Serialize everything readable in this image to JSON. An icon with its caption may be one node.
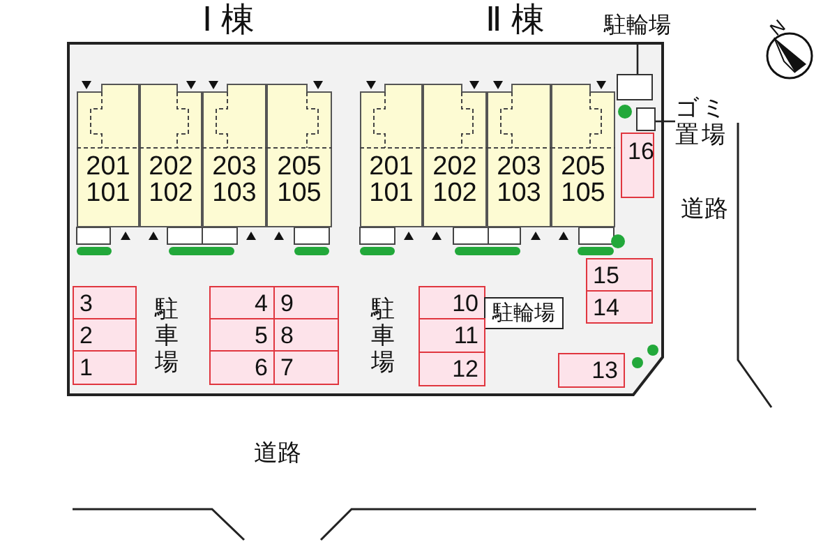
{
  "diagram": {
    "nodes": [
      {
        "text": [],
        "shape": "box"
      },
      {
        "text": [
          "201",
          "101"
        ],
        "in": 0
      },
      {
        "text": [
          "202",
          "102"
        ],
        "in": 0
      },
      {
        "text": [
          "203",
          "103"
        ],
        "in": 0
      },
      {
        "text": [
          "205",
          "105"
        ],
        "in": 0
      },
      {
        "text": [
          "201",
          "101"
        ],
        "in": 0
      },
      {
        "text": [
          "202",
          "102"
        ],
        "in": 0
      },
      {
        "text": [
          "203",
          "103"
        ],
        "in": 0
      },
      {
        "text": [
          "205",
          "105"
        ],
        "in": 0
      },
      {
        "text": [
          "駐輪場"
        ]
      },
      {
        "text": [],
        "shape": "box",
        "in": 0
      },
      {
        "text": [
          "ゴミ置場"
        ]
      },
      {
        "text": [],
        "shape": "box",
        "in": 0
      },
      {
        "text": [
          "16"
        ],
        "in": 0
      },
      {
        "text": [
          "15"
        ],
        "in": 0
      },
      {
        "text": [
          "14"
        ],
        "in": 0
      },
      {
        "text": [
          "3"
        ],
        "in": 0
      },
      {
        "text": [
          "4"
        ],
        "in": 0
      },
      {
        "text": [
          "9"
        ],
        "in": 0
      },
      {
        "text": [
          "10"
        ],
        "in": 0
      },
      {
        "text": [
          "駐輪場"
        ],
        "in": 0
      },
      {
        "text": [
          "2"
        ],
        "in": 0
      },
      {
        "text": [
          "5"
        ],
        "in": 0
      },
      {
        "text": [
          "8"
        ],
        "in": 0
      },
      {
        "text": [
          "11"
        ],
        "in": 0
      },
      {
        "text": [
          "1"
        ],
        "in": 0
      },
      {
        "text": [
          "6"
        ],
        "in": 0
      },
      {
        "text": [
          "7"
        ],
        "in": 0
      },
      {
        "text": [
          "12"
        ],
        "in": 0
      },
      {
        "text": [
          "13"
        ],
        "in": 0
      }
    ],
    "edges": [
      {
        "from": 9,
        "to": 10,
        "arrow": "none"
      },
      {
        "from": 11,
        "to": 12,
        "arrow": "none"
      }
    ],
    "labels": [
      "Ⅰ 棟",
      "Ⅱ 棟",
      "N",
      "道路",
      "駐車場",
      "駐車場",
      "道路"
    ]
  }
}
